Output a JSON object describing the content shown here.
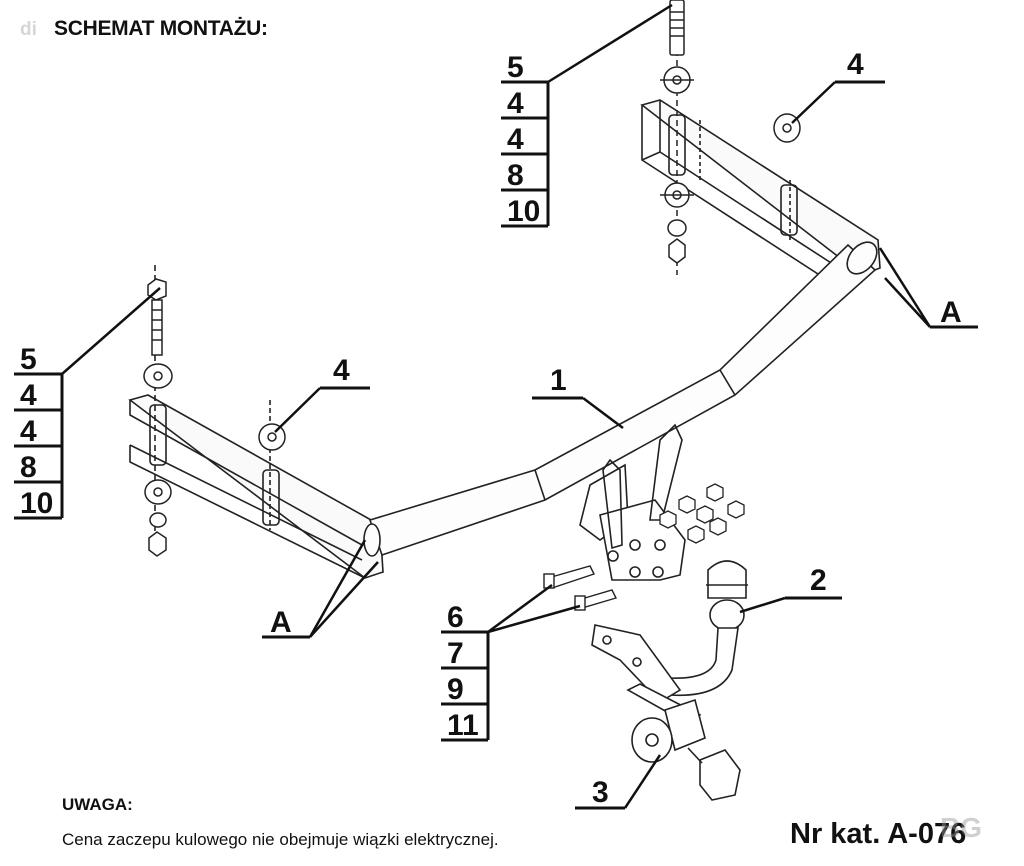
{
  "header": {
    "prefix": "di",
    "title": "SCHEMAT MONTAŻU:"
  },
  "callouts": {
    "main_bar": "1",
    "ball": "2",
    "socket": "3",
    "washer_left": "4",
    "washer_right": "4",
    "mount_a_left": "A",
    "mount_a_right": "A"
  },
  "stacks": {
    "left": [
      "5",
      "4",
      "4",
      "8",
      "10"
    ],
    "right": [
      "5",
      "4",
      "4",
      "8",
      "10"
    ],
    "bottom": [
      "6",
      "7",
      "9",
      "11"
    ]
  },
  "note": {
    "heading": "UWAGA:",
    "text": "Cena zaczepu kulowego nie obejmuje wiązki elektrycznej."
  },
  "catalog": {
    "number": "Nr kat. A-076"
  },
  "watermark": "BG"
}
